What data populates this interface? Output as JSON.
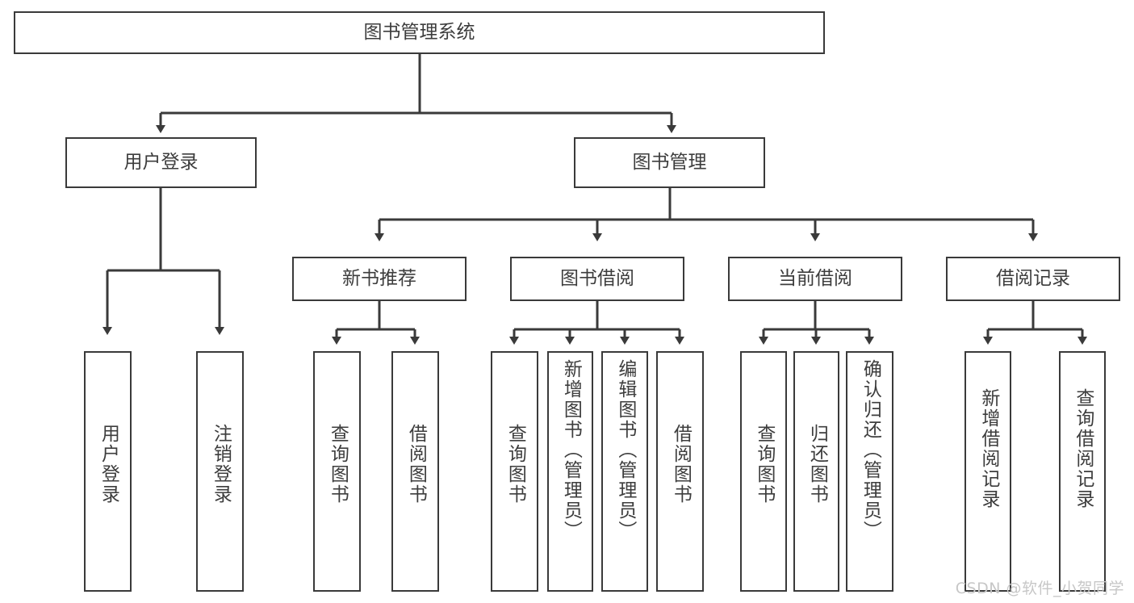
{
  "diagram": {
    "type": "tree-hierarchy",
    "title": "图书管理系统",
    "orientation": "top-down",
    "colors": {
      "stroke": "#3a3a3a",
      "text": "#3d3d3d",
      "background": "#ffffff",
      "watermark": "#c7c7c7"
    },
    "root": {
      "label": "图书管理系统"
    },
    "level2": [
      {
        "label": "用户登录"
      },
      {
        "label": "图书管理"
      }
    ],
    "level3": [
      {
        "label": "新书推荐"
      },
      {
        "label": "图书借阅"
      },
      {
        "label": "当前借阅"
      },
      {
        "label": "借阅记录"
      }
    ],
    "leaves": {
      "user_login": [
        {
          "label": "用户登录"
        },
        {
          "label": "注销登录"
        }
      ],
      "new_book_recommend": [
        {
          "label": "查询图书"
        },
        {
          "label": "借阅图书"
        }
      ],
      "book_borrow": [
        {
          "label": "查询图书"
        },
        {
          "label": "新增图书（管理员）"
        },
        {
          "label": "编辑图书（管理员）"
        },
        {
          "label": "借阅图书"
        }
      ],
      "current_borrow": [
        {
          "label": "查询图书"
        },
        {
          "label": "归还图书"
        },
        {
          "label": "确认归还（管理员）"
        }
      ],
      "borrow_record": [
        {
          "label": "新增借阅记录"
        },
        {
          "label": "查询借阅记录"
        }
      ]
    }
  },
  "watermark": {
    "text": "CSDN @软件_小贺同学"
  }
}
